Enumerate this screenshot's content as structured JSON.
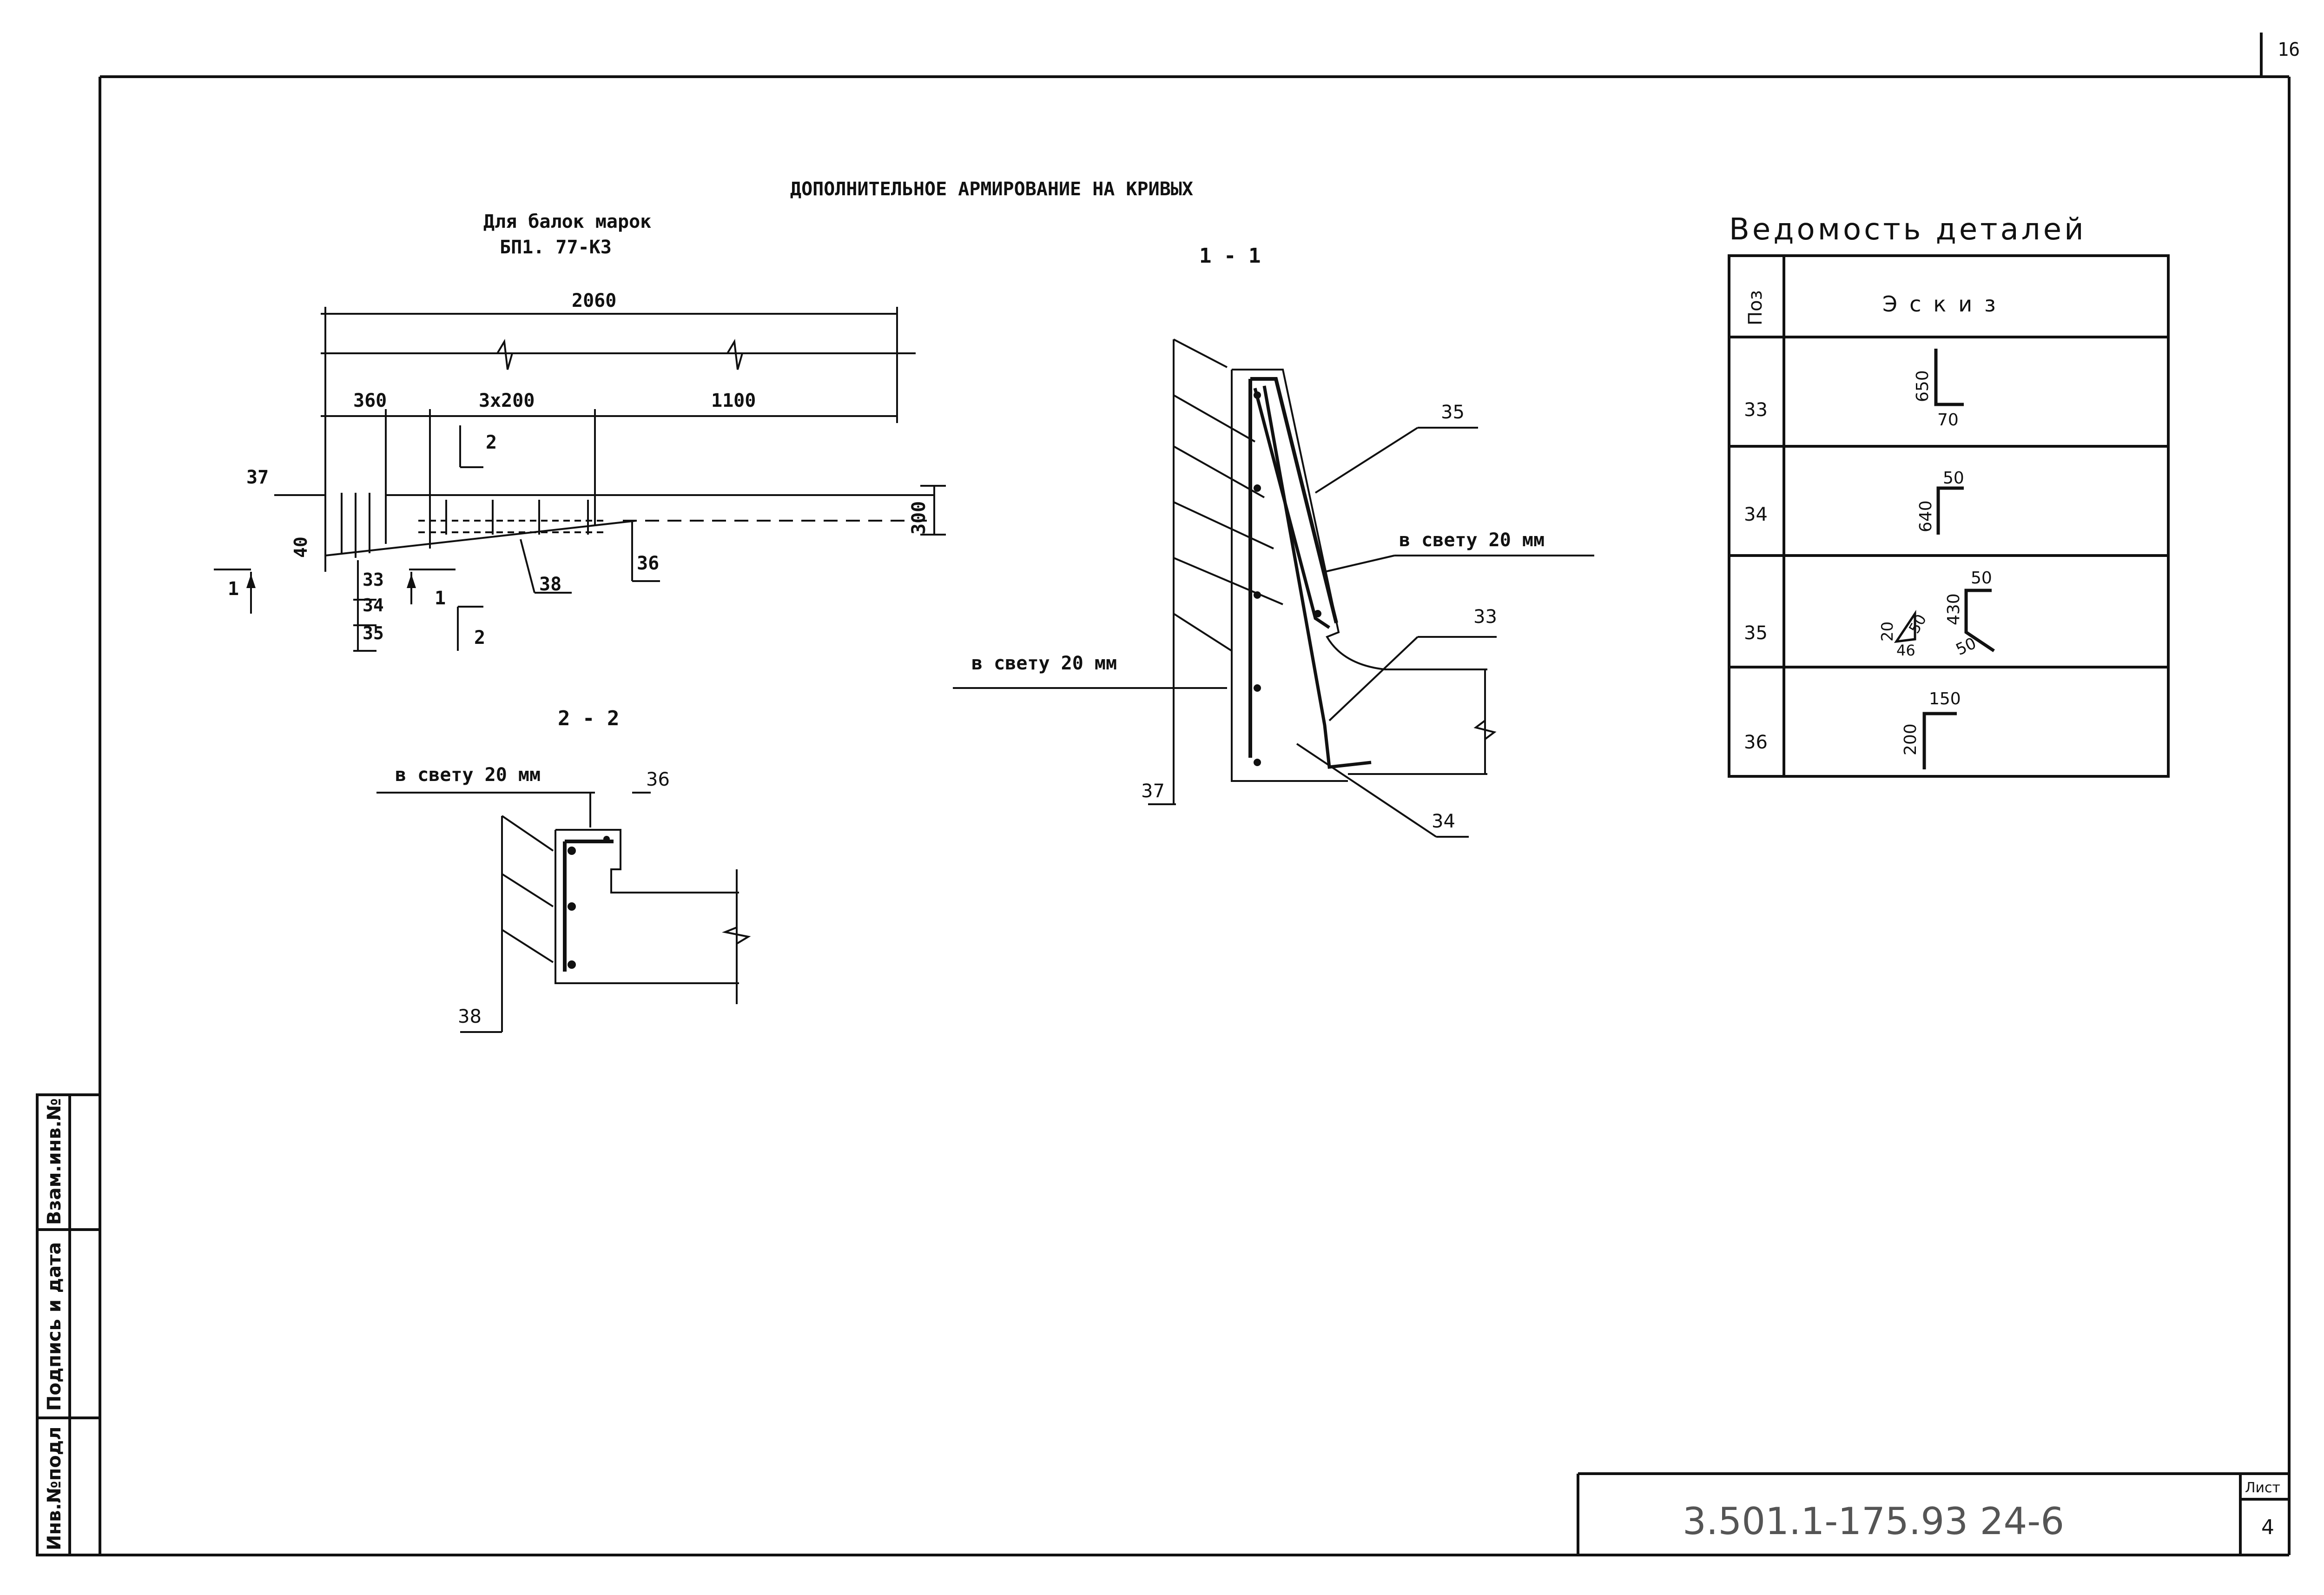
{
  "sheet_number_top": "16",
  "title": "ДОПОЛНИТЕЛЬНОЕ АРМИРОВАНИЕ НА КРИВЫХ",
  "beam_note": {
    "line1": "Для балок марок",
    "line2": "БП1. 77-К3"
  },
  "plan_view": {
    "dim_total": "2060",
    "dim_a": "360",
    "dim_b": "3x200",
    "dim_c": "1100",
    "dim_height": "300",
    "dim_40": "40",
    "pos_37": "37",
    "pos_38": "38",
    "pos_36": "36",
    "pos_stack": [
      "33",
      "34",
      "35"
    ],
    "cut1": "1",
    "cut1b": "1",
    "cut2": "2",
    "cut2b": "2"
  },
  "section_11": {
    "title": "1 - 1",
    "pos_35": "35",
    "pos_33": "33",
    "pos_34": "34",
    "pos_37": "37",
    "clear_right": "в свету 20 мм",
    "clear_left": "в свету 20 мм"
  },
  "section_22": {
    "title": "2 - 2",
    "clear": "в свету 20 мм",
    "pos_36": "36",
    "pos_38": "38"
  },
  "details_table": {
    "title": "Ведомость деталей",
    "col_pos": "Поз",
    "col_sketch": "Эскиз",
    "rows": [
      {
        "pos": "33",
        "dims": [
          "650",
          "70"
        ]
      },
      {
        "pos": "34",
        "dims": [
          "50",
          "640"
        ]
      },
      {
        "pos": "35",
        "dims": [
          "50",
          "430",
          "20",
          "50",
          "46",
          "50"
        ]
      },
      {
        "pos": "36",
        "dims": [
          "150",
          "200"
        ]
      }
    ]
  },
  "side_stamp": [
    "Инв.№подл",
    "Подпись и дата",
    "Взам.инв.№"
  ],
  "title_block": {
    "code": "3.501.1-175.93 24-6",
    "sheet_label": "Лист",
    "sheet_value": "4"
  }
}
